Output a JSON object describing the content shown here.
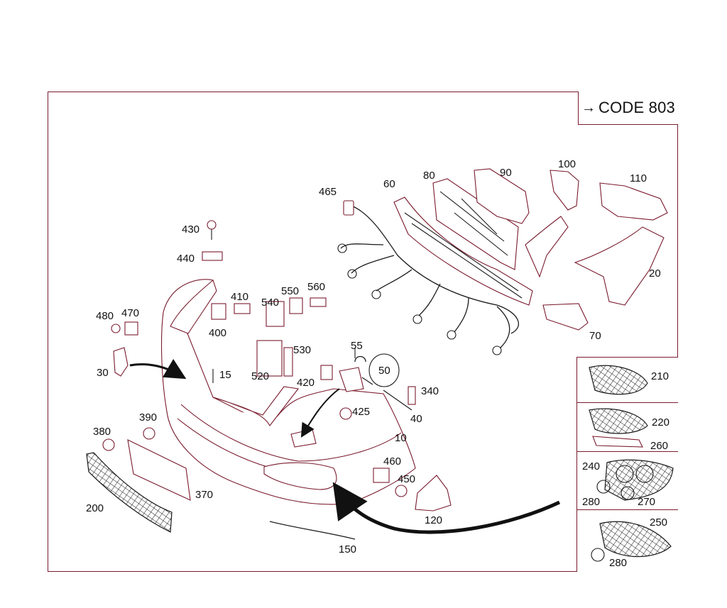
{
  "code_box": {
    "arrow": "→",
    "text": "CODE 803"
  },
  "labels": {
    "p10": "10",
    "p15": "15",
    "p20": "20",
    "p30": "30",
    "p40": "40",
    "p50": "50",
    "p55": "55",
    "p60": "60",
    "p70": "70",
    "p80": "80",
    "p90": "90",
    "p100": "100",
    "p110": "110",
    "p120": "120",
    "p150": "150",
    "p200": "200",
    "p210": "210",
    "p220": "220",
    "p240": "240",
    "p250": "250",
    "p260": "260",
    "p270": "270",
    "p280a": "280",
    "p280b": "280",
    "p340": "340",
    "p370": "370",
    "p380": "380",
    "p390": "390",
    "p400": "400",
    "p410": "410",
    "p420": "420",
    "p425": "425",
    "p430": "430",
    "p440": "440",
    "p450": "450",
    "p460": "460",
    "p465": "465",
    "p470": "470",
    "p480": "480",
    "p520": "520",
    "p530": "530",
    "p540": "540",
    "p550": "550",
    "p560": "560"
  },
  "colors": {
    "frame": "#7a1b2e",
    "ink": "#1a1a1a",
    "background": "#ffffff"
  },
  "icons": {
    "code_arrow": "right-arrow-icon"
  }
}
